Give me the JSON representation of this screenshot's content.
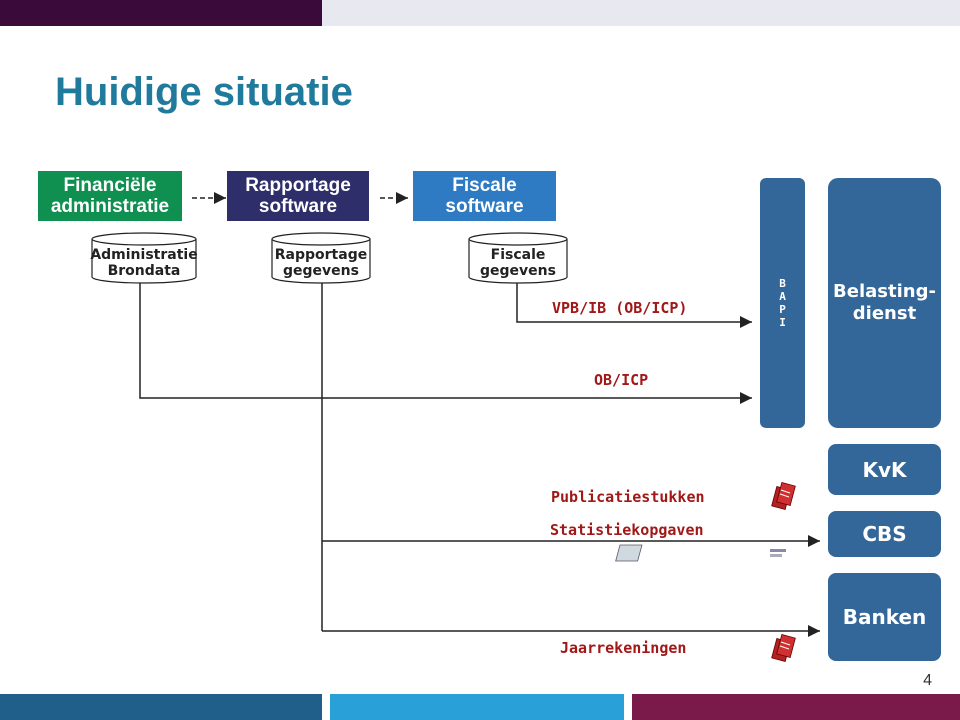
{
  "title": "Huidige situatie",
  "colors": {
    "title": "#1f7a9c",
    "green": "#109050",
    "navy": "#2e2e6b",
    "blue": "#2e7bc4",
    "steel": "#336699",
    "label_red": "#a01818",
    "top_bar_dark": "#3a0a3a",
    "top_bar_light": "#e8e8f0",
    "footer_dark": "#1f5f8a",
    "footer_cyan": "#2aa0d8",
    "footer_purple": "#7a1a4a"
  },
  "top_boxes": [
    {
      "line1": "Financiële",
      "line2": "administratie"
    },
    {
      "line1": "Rapportage",
      "line2": "software"
    },
    {
      "line1": "Fiscale",
      "line2": "software"
    }
  ],
  "dashes": [
    "---",
    "---"
  ],
  "databases": [
    {
      "line1": "Administratie",
      "line2": "Brondata"
    },
    {
      "line1": "Rapportage",
      "line2": "gegevens"
    },
    {
      "line1": "Fiscale",
      "line2": "gegevens"
    }
  ],
  "bapi": [
    "B",
    "A",
    "P",
    "I"
  ],
  "belastingdienst": {
    "line1": "Belasting-",
    "line2": "dienst"
  },
  "receivers": {
    "kvk": "KvK",
    "cbs": "CBS",
    "banken": "Banken"
  },
  "flows": {
    "vpb": "VPB/IB (OB/ICP)",
    "obicp": "OB/ICP",
    "publicatie": "Publicatiestukken",
    "statistiek": "Statistiekopgaven",
    "jaarrekeningen": "Jaarrekeningen"
  },
  "page_number": "4"
}
